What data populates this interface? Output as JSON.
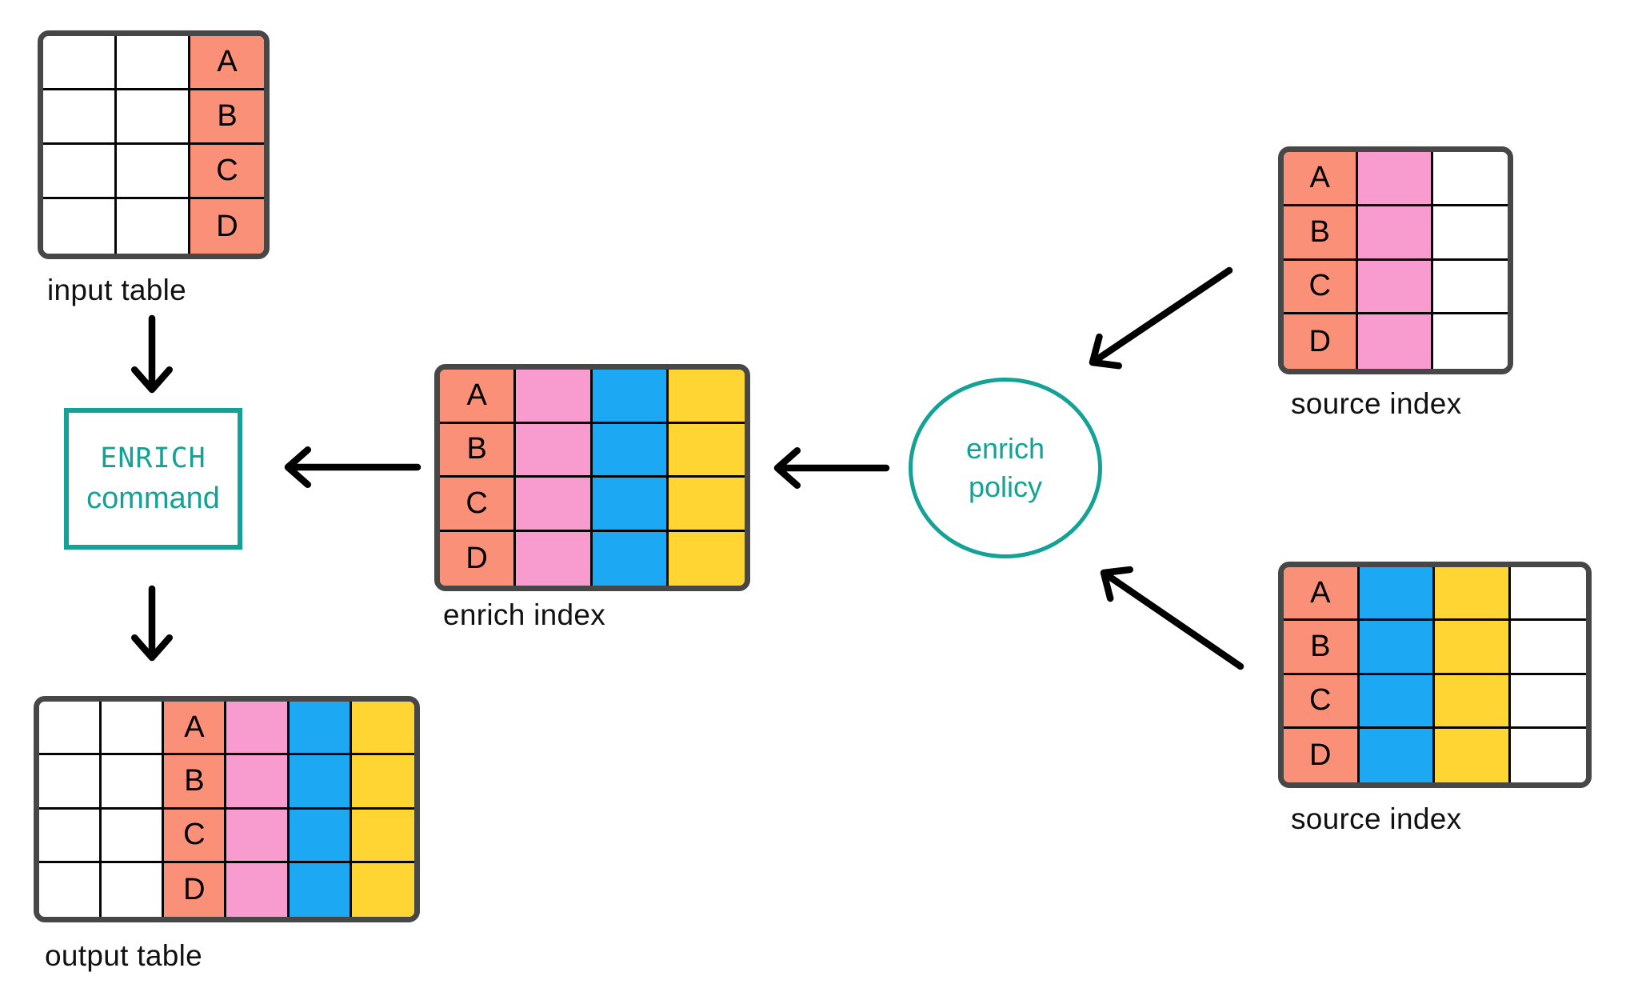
{
  "palette": {
    "salmon": "#FA9078",
    "pink": "#F89BCE",
    "blue": "#1CA8F3",
    "yellow": "#FED533",
    "teal": "#13A295",
    "table_border": "#474747",
    "grid_line": "#050505",
    "arrow_black": "#000000",
    "ink": "#111111",
    "white": "#FFFFFF"
  },
  "row_labels": [
    "A",
    "B",
    "C",
    "D"
  ],
  "nodes": {
    "input_table": {
      "label": "input table",
      "columns": [
        "white",
        "white",
        "salmon"
      ],
      "letter_column": 2
    },
    "output_table": {
      "label": "output table",
      "columns": [
        "white",
        "white",
        "salmon",
        "pink",
        "blue",
        "yellow"
      ],
      "letter_column": 2
    },
    "enrich_index": {
      "label": "enrich index",
      "columns": [
        "salmon",
        "pink",
        "blue",
        "yellow"
      ],
      "letter_column": 0
    },
    "source_index_top": {
      "label": "source index",
      "columns": [
        "salmon",
        "pink",
        "white"
      ],
      "letter_column": 0
    },
    "source_index_bottom": {
      "label": "source index",
      "columns": [
        "salmon",
        "blue",
        "yellow",
        "white"
      ],
      "letter_column": 0
    },
    "enrich_command": {
      "keyword": "ENRICH",
      "word": "command"
    },
    "enrich_policy": {
      "line1": "enrich",
      "line2": "policy"
    }
  }
}
